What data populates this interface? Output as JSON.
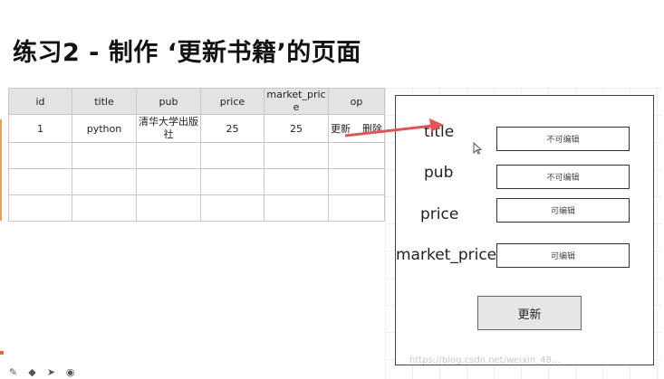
{
  "slide": {
    "title": "练习2 - 制作 ‘更新书籍’的页面"
  },
  "table": {
    "headers": [
      "id",
      "title",
      "pub",
      "price",
      "market_price",
      "op"
    ],
    "rows": [
      {
        "id": "1",
        "title": "python",
        "pub": "清华大学出版社",
        "price": "25",
        "market_price": "25",
        "op_update": "更新",
        "op_delete": "删除"
      }
    ]
  },
  "form": {
    "fields": [
      {
        "label": "title",
        "placeholder": "不可编辑"
      },
      {
        "label": "pub",
        "placeholder": "不可编辑"
      },
      {
        "label": "price",
        "placeholder": "可编辑"
      },
      {
        "label": "market_price",
        "placeholder": "可编辑"
      }
    ],
    "submit_label": "更新"
  },
  "arrow_color": "#e05555",
  "watermark": "https://blog.csdn.net/weixin_48..."
}
